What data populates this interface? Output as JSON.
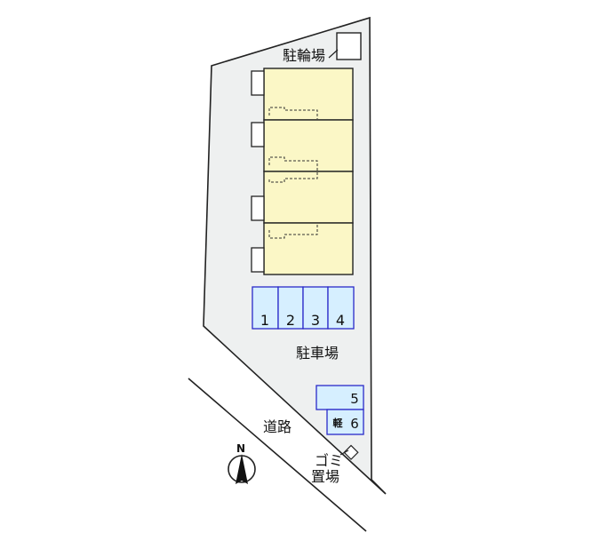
{
  "labels": {
    "bicycle_parking": "駐輪場",
    "parking": "駐車場",
    "road": "道路",
    "garbage_line1": "ゴミ",
    "garbage_line2": "置場",
    "north": "N"
  },
  "parking_spaces": [
    {
      "label": "1"
    },
    {
      "label": "2"
    },
    {
      "label": "3"
    },
    {
      "label": "4"
    }
  ],
  "parking_space_5": "5",
  "parking_space_6": "6",
  "parking_space_6_tag": "軽",
  "colors": {
    "site_fill": "#eef0f0",
    "building_fill": "#fbf7c6",
    "parking_fill": "#d6efff",
    "parking_border": "#2a2ac8",
    "line": "#222222"
  }
}
